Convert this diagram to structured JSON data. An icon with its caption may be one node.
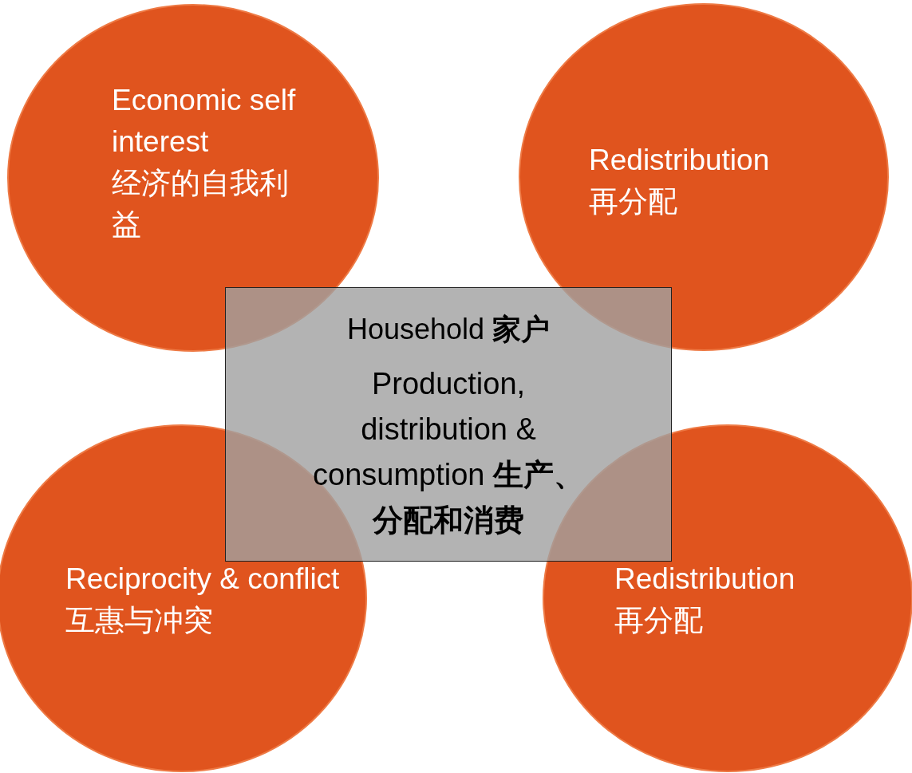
{
  "diagram": {
    "nodes": [
      {
        "text": [
          "Economic self interest",
          "经济的自我利益"
        ]
      },
      {
        "text": [
          "Redistribution",
          "再分配"
        ]
      },
      {
        "text": [
          "Household **家户**",
          "Production, distribution & consumption **生产、分配和消费**"
        ]
      },
      {
        "text": [
          "Reciprocity & conflict",
          "互惠与冲突"
        ]
      },
      {
        "text": [
          "Redistribution",
          "再分配"
        ]
      }
    ]
  }
}
